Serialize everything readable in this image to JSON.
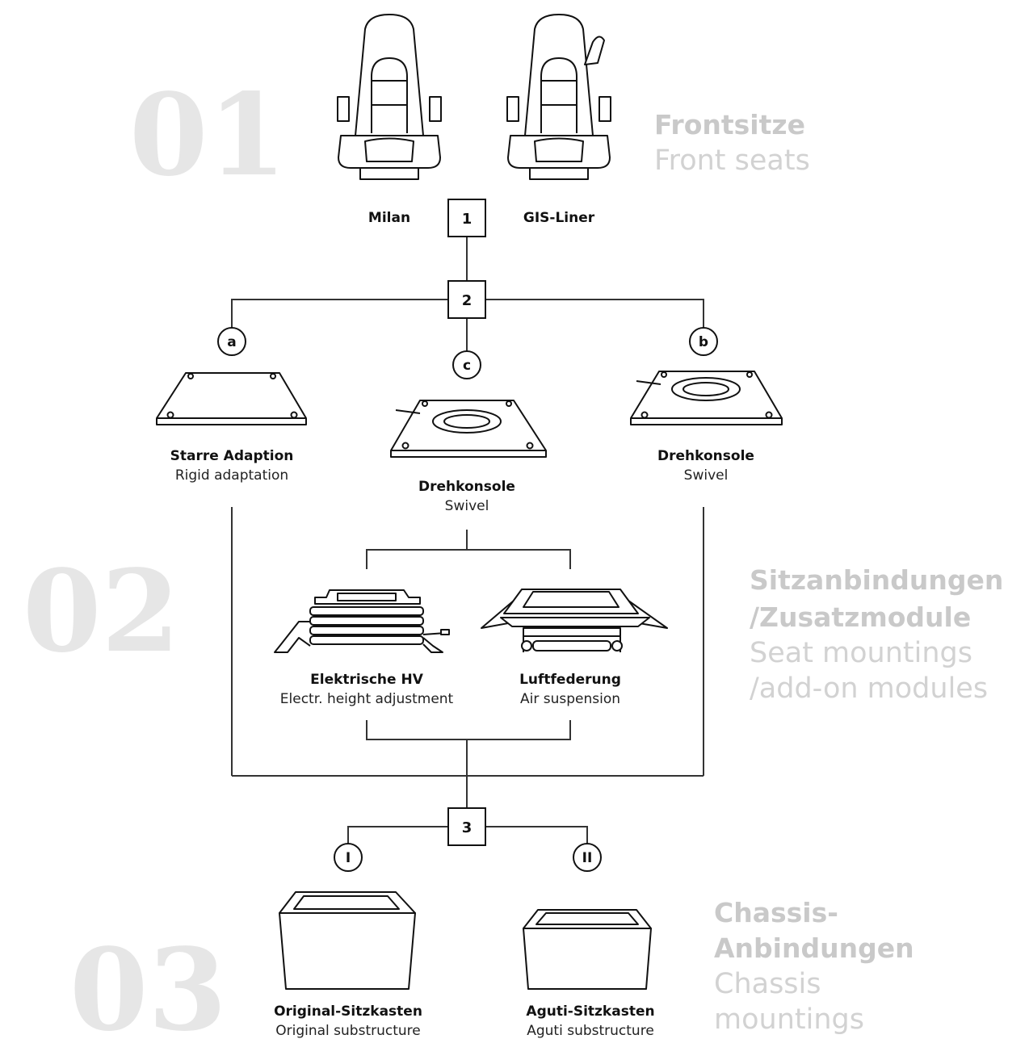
{
  "sections": [
    {
      "number": "01",
      "title": "Frontsitze",
      "subtitle": "Front seats"
    },
    {
      "number": "02",
      "title_lines": [
        "Sitzanbindungen",
        "/Zusatzmodule"
      ],
      "subtitle_lines": [
        "Seat mountings",
        "/add-on modules"
      ]
    },
    {
      "number": "03",
      "title_lines": [
        "Chassis-",
        "Anbindungen"
      ],
      "subtitle_lines": [
        "Chassis",
        "mountings"
      ]
    }
  ],
  "seats": [
    {
      "name": "Milan"
    },
    {
      "name": "GIS-Liner"
    }
  ],
  "steps": [
    "1",
    "2",
    "3"
  ],
  "options": {
    "a": {
      "marker": "a",
      "label": "Starre Adaption",
      "sublabel": "Rigid adaptation"
    },
    "c": {
      "marker": "c",
      "label": "Drehkonsole",
      "sublabel": "Swivel"
    },
    "b": {
      "marker": "b",
      "label": "Drehkonsole",
      "sublabel": "Swivel"
    }
  },
  "modules": [
    {
      "label": "Elektrische HV",
      "sublabel": "Electr. height adjustment"
    },
    {
      "label": "Luftfederung",
      "sublabel": "Air suspension"
    }
  ],
  "chassis": [
    {
      "marker": "I",
      "label": "Original-Sitzkasten",
      "sublabel": "Original substructure"
    },
    {
      "marker": "II",
      "label": "Aguti-Sitzkasten",
      "sublabel": "Aguti substructure"
    }
  ]
}
